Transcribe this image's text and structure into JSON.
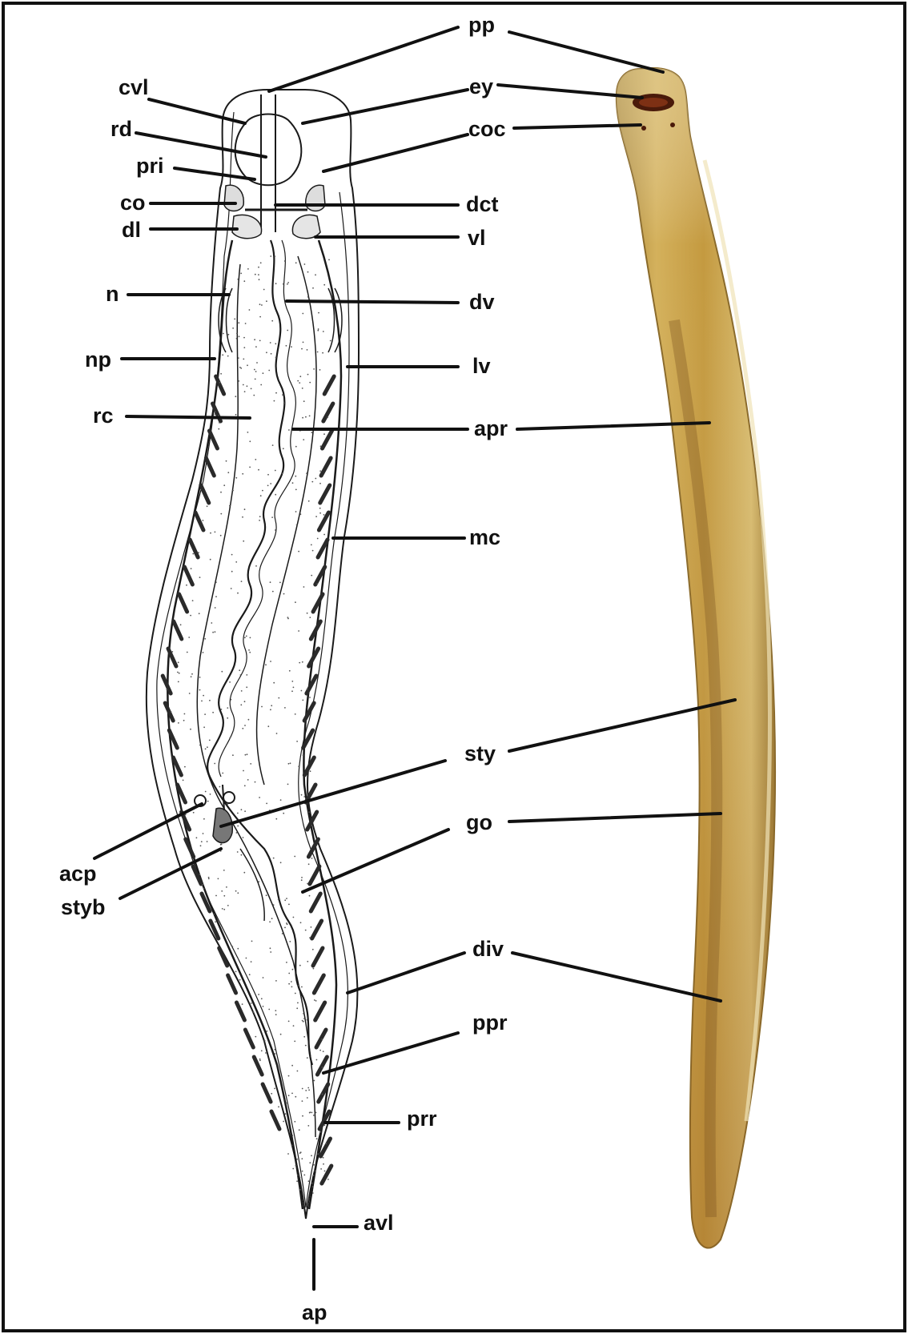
{
  "figure": {
    "colors": {
      "frame": "#111111",
      "ink": "#1a1a1a",
      "specimen_body": "#c9a24a",
      "specimen_edge": "#8a6a2a",
      "specimen_dark": "#7a5420",
      "eye": "#4a1a0a"
    },
    "labels": {
      "pp": "pp",
      "ey": "ey",
      "coc": "coc",
      "cvl": "cvl",
      "rd": "rd",
      "pri": "pri",
      "co": "co",
      "dl": "dl",
      "dct": "dct",
      "vl": "vl",
      "n": "n",
      "dv": "dv",
      "np": "np",
      "lv": "lv",
      "rc": "rc",
      "apr": "apr",
      "mc": "mc",
      "sty": "sty",
      "go": "go",
      "acp": "acp",
      "styb": "styb",
      "div": "div",
      "ppr": "ppr",
      "prr": "prr",
      "avl": "avl",
      "ap": "ap"
    }
  }
}
